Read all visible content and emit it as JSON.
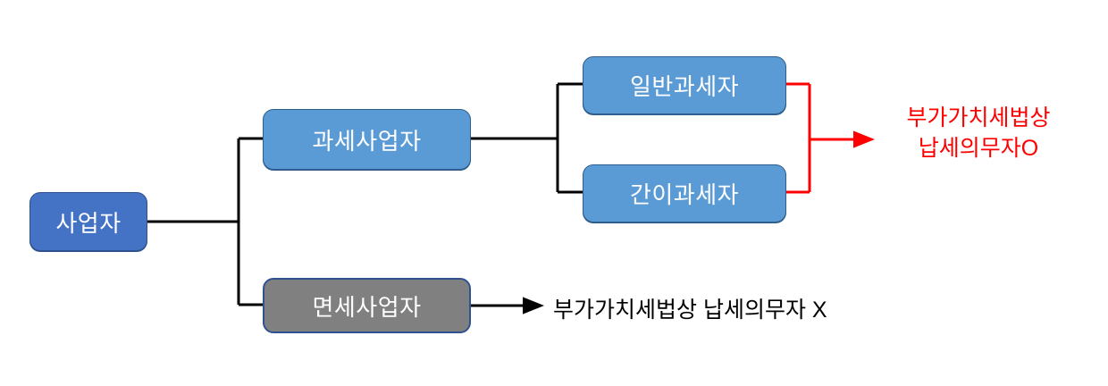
{
  "diagram": {
    "title_present": false,
    "background_color": "#FFFFFF",
    "nodes": {
      "root": {
        "label": "사업자",
        "fill": "#4472C4",
        "text_color": "#FFFFFF"
      },
      "taxable": {
        "label": "과세사업자",
        "fill": "#5B9BD5",
        "text_color": "#FFFFFF"
      },
      "exempt": {
        "label": "면세사업자",
        "fill": "#808080",
        "text_color": "#FFFFFF"
      },
      "general": {
        "label": "일반과세자",
        "fill": "#5B9BD5",
        "text_color": "#FFFFFF"
      },
      "simplified": {
        "label": "간이과세자",
        "fill": "#5B9BD5",
        "text_color": "#FFFFFF"
      }
    },
    "annotations": {
      "liable": {
        "line1": "부가가치세법상",
        "line2": "납세의무자O",
        "color": "#FF0000"
      },
      "not_liable": {
        "text": "부가가치세법상  납세의무자 X",
        "color": "#000000"
      }
    },
    "connectors": {
      "root_branch_color": "#000000",
      "taxable_branch_color": "#000000",
      "liable_arrow_color": "#FF0000",
      "exempt_arrow_color": "#000000"
    }
  }
}
